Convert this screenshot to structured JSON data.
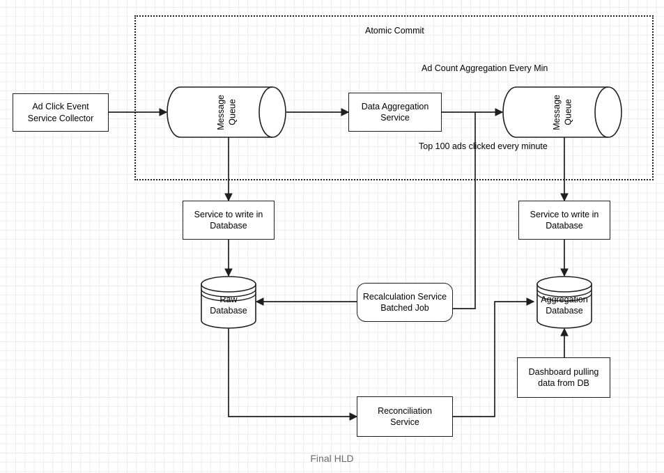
{
  "diagram": {
    "caption": "Final HLD",
    "group": {
      "title": "Atomic Commit"
    },
    "edge_labels": {
      "ad_count": "Ad Count Aggregation Every Min",
      "top100": "Top 100 ads clicked every minute"
    },
    "nodes": {
      "collector": "Ad Click Event\nService Collector",
      "mq_left_line1": "Message",
      "mq_left_line2": "Queue",
      "agg_service": "Data Aggregation\nService",
      "mq_right_line1": "Message",
      "mq_right_line2": "Queue",
      "writer_left": "Service to write in\nDatabase",
      "writer_right": "Service to write in\nDatabase",
      "raw_db": "Raw\nDatabase",
      "agg_db": "Aggregation\nDatabase",
      "recalc": "Recalculation Service\nBatched Job",
      "reconcile": "Reconciliation\nService",
      "dashboard": "Dashboard pulling\ndata from DB"
    },
    "colors": {
      "stroke": "#1f1f1f",
      "fill": "#ffffff",
      "grid_minor": "#ededed",
      "grid_major": "#e3e3e3",
      "caption_text": "#6b6b6b"
    }
  }
}
